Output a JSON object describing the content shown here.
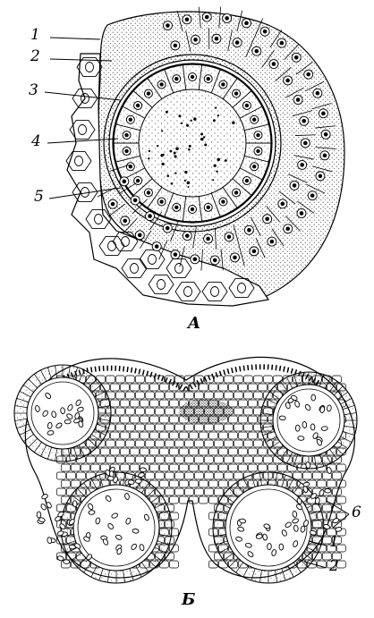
{
  "panel_a": {
    "caption": "A",
    "labels": [
      "1",
      "2",
      "3",
      "4",
      "5"
    ]
  },
  "panel_b": {
    "caption": "Б",
    "labels": [
      "6",
      "1",
      "2"
    ]
  }
}
